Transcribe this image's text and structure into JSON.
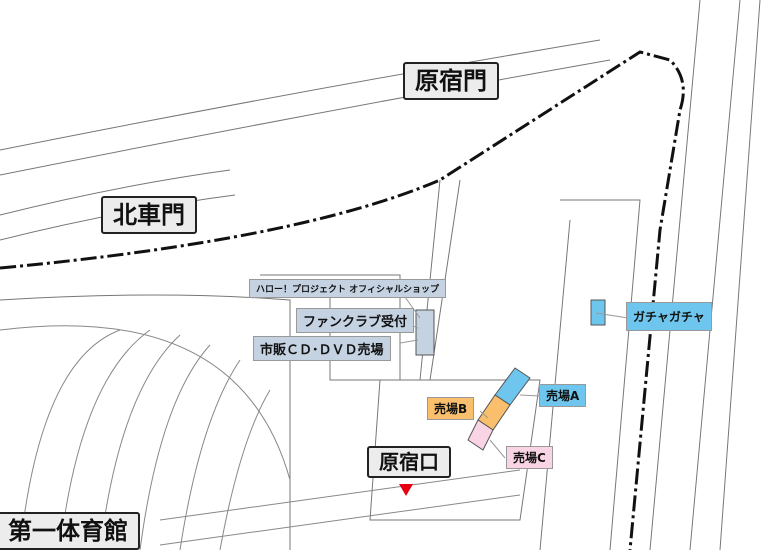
{
  "gates": {
    "harajuku_gate": "原宿門",
    "north_gate": "北車門",
    "harajuku_entrance": "原宿口",
    "venue": "第一体育館"
  },
  "labels": {
    "official_shop": "ハロー！プロジェクト オフィシャルショップ",
    "fanclub": "ファンクラブ受付",
    "cd_dvd": "市販ＣＤ･ＤＶＤ売場",
    "gacha": "ガチャガチャ",
    "stand_a": "売場A",
    "stand_b": "売場B",
    "stand_c": "売場C"
  },
  "colors": {
    "info": "#c4d2e2",
    "gacha": "#6ec6ee",
    "a": "#6ec6ee",
    "b": "#f9bf6c",
    "c": "#f9d4e4",
    "marker": "#e60012"
  }
}
